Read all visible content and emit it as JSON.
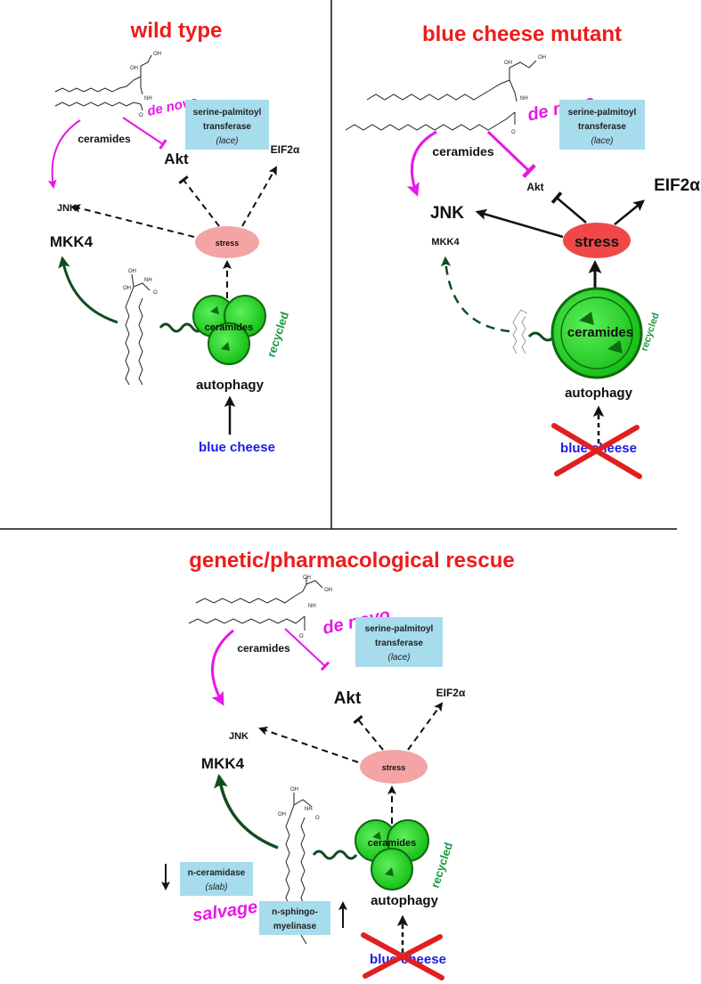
{
  "colors": {
    "title_red": "#ee1c1c",
    "magenta": "#e619e6",
    "blue": "#1a1ae6",
    "dark_green": "#0f4d1f",
    "ball_green": "#1fd41f",
    "stress_pink": "#f4a4a4",
    "stress_red": "#f04848",
    "box_blue": "#a6dcec",
    "cross_red": "#e02020"
  },
  "panels": {
    "wild_type": {
      "title": "wild type",
      "de_novo": "de novo",
      "enzyme_line1": "serine-palmitoyl",
      "enzyme_line2": "transferase",
      "enzyme_gene": "lace",
      "ceramides": "ceramides",
      "akt": "Akt",
      "eif": "EIF2α",
      "jnk": "JNK",
      "mkk4": "MKK4",
      "stress": "stress",
      "ball_label": "ceramides",
      "recycled": "recycled",
      "autophagy": "autophagy",
      "blue_cheese": "blue cheese",
      "chem_oh": "OH",
      "chem_nh": "NH",
      "chem_o": "O"
    },
    "mutant": {
      "title": "blue cheese mutant",
      "de_novo": "de novo",
      "enzyme_line1": "serine-palmitoyl",
      "enzyme_line2": "transferase",
      "enzyme_gene": "lace",
      "ceramides": "ceramides",
      "akt": "Akt",
      "eif": "EIF2α",
      "jnk": "JNK",
      "mkk4": "MKK4",
      "stress": "stress",
      "ball_label": "ceramides",
      "recycled": "recycled",
      "autophagy": "autophagy",
      "blue_cheese": "blue cheese",
      "chem_oh": "OH",
      "chem_nh": "NH",
      "chem_o": "O"
    },
    "rescue": {
      "title": "genetic/pharmacological rescue",
      "de_novo": "de novo",
      "enzyme_line1": "serine-palmitoyl",
      "enzyme_line2": "transferase",
      "enzyme_gene": "lace",
      "ceramides": "ceramides",
      "akt": "Akt",
      "eif": "EIF2α",
      "jnk": "JNK",
      "mkk4": "MKK4",
      "stress": "stress",
      "ball_label": "ceramides",
      "recycled": "recycled",
      "autophagy": "autophagy",
      "blue_cheese": "blue cheese",
      "salvage": "salvage",
      "ceramidase_line1": "n-ceramidase",
      "ceramidase_gene": "slab",
      "sphingo_line1": "n-sphingo-",
      "sphingo_line2": "myelinase",
      "chem_oh": "OH",
      "chem_nh": "NH",
      "chem_o": "O"
    }
  }
}
